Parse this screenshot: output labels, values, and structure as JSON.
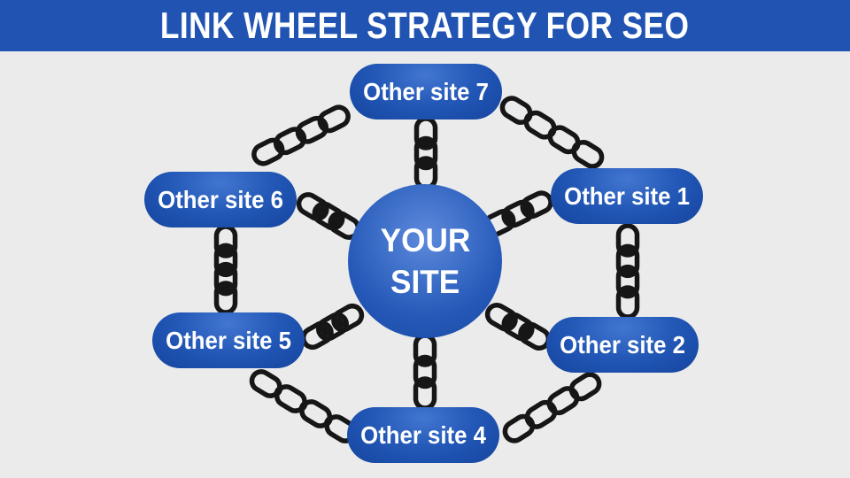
{
  "header": {
    "title": "LINK WHEEL STRATEGY FOR SEO"
  },
  "diagram": {
    "center": {
      "line1": "YOUR",
      "line2": "SITE"
    },
    "satellites": [
      {
        "label": "Other site 7"
      },
      {
        "label": "Other site 1"
      },
      {
        "label": "Other site 2"
      },
      {
        "label": "Other site 4"
      },
      {
        "label": "Other site 5"
      },
      {
        "label": "Other site 6"
      }
    ],
    "colors": {
      "header_bg": "#2154b2",
      "node_blue": "#2459b8",
      "node_blue_light": "#5d89db",
      "node_blue_dark": "#16459b",
      "chain_black": "#161616",
      "background": "#ebebeb",
      "text": "#ffffff"
    }
  }
}
